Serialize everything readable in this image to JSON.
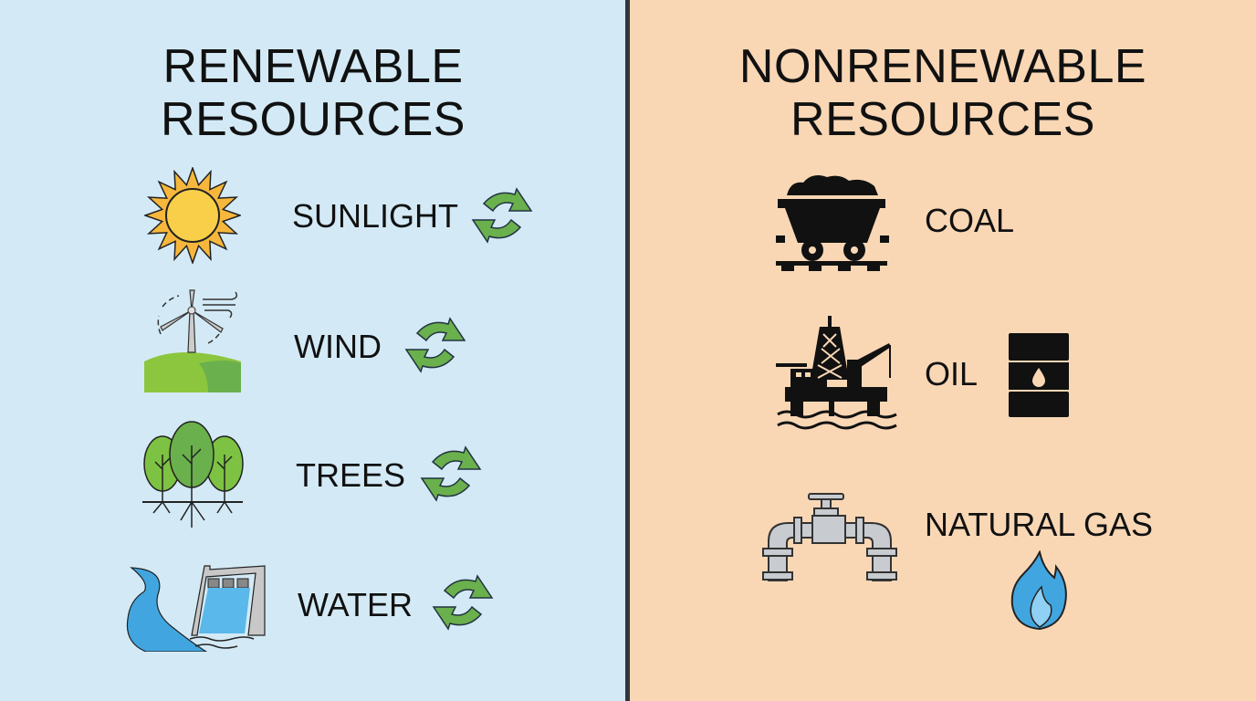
{
  "renewable": {
    "title_line1": "RENEWABLE",
    "title_line2": "RESOURCES",
    "items": [
      {
        "label": "SUNLIGHT",
        "icon": "sun-icon",
        "badge": "recycle-icon"
      },
      {
        "label": "WIND",
        "icon": "wind-turbine-icon",
        "badge": "recycle-icon"
      },
      {
        "label": "TREES",
        "icon": "trees-icon",
        "badge": "recycle-icon"
      },
      {
        "label": "WATER",
        "icon": "river-dam-icon",
        "badge": "recycle-icon"
      }
    ],
    "background": "#d3eaf6",
    "accent": "#6ab04c"
  },
  "nonrenewable": {
    "title_line1": "NONRENEWABLE",
    "title_line2": "RESOURCES",
    "items": [
      {
        "label": "COAL",
        "icon": "coal-cart-icon"
      },
      {
        "label": "OIL",
        "icon": "oil-rig-icon",
        "extra_icon": "oil-barrel-icon"
      },
      {
        "label": "NATURAL GAS",
        "icon": "gas-pipe-icon",
        "extra_icon": "flame-icon"
      }
    ],
    "background": "#f9d7b5"
  }
}
